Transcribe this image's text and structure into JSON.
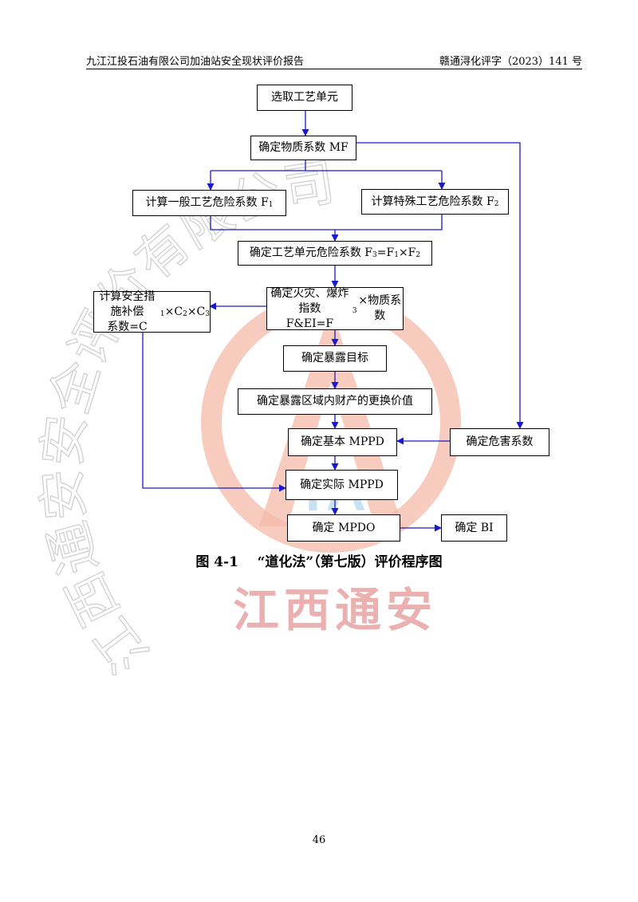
{
  "header": {
    "left": "九江江投石油有限公司加油站安全现状评价报告",
    "right": "赣通浔化评字（2023）141 号"
  },
  "watermark": {
    "text_arc": "江西通安安全评价有限公司",
    "text_bottom": "江西通安",
    "logo_letters": "TA",
    "color_logo": "#f4b9a8",
    "color_text": "#e8a4a4",
    "color_letters": "#b8dcef"
  },
  "nodes": {
    "n1": "选取工艺单元",
    "n2": "确定物质系数 MF",
    "n3": "计算一般工艺危险系数 F<sub>1</sub>",
    "n4": "计算特殊工艺危险系数 F<sub>2</sub>",
    "n5": "确定工艺单元危险系数 F<sub>3</sub>=F<sub>1</sub>×F<sub>2</sub>",
    "n6": "确定火灾、爆炸指数\nF&EI=F<sub>3</sub>×物质系数",
    "n7": "计算安全措施补偿\n系数=C<sub>1</sub>×C<sub>2</sub>×C<sub>3</sub>",
    "n8": "确定暴露目标",
    "n9": "确定暴露区域内财产的更换价值",
    "n10": "确定基本 MPPD",
    "n11": "确定危害系数",
    "n12": "确定实际 MPPD",
    "n13": "确定 MPDO",
    "n14": "确定 BI"
  },
  "caption": "图 4-1    “道化法”（第七版）评价程序图",
  "page_number": "46",
  "colors": {
    "arrow": "#1a1acd",
    "border": "#000000"
  }
}
